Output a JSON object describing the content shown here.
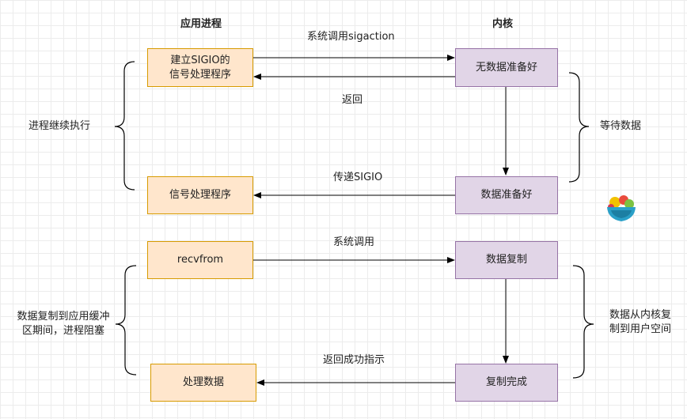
{
  "headers": {
    "app": "应用进程",
    "kernel": "内核"
  },
  "app_boxes": {
    "setup_handler": "建立SIGIO的\n信号处理程序",
    "signal_handler": "信号处理程序",
    "recvfrom": "recvfrom",
    "process_data": "处理数据"
  },
  "kernel_boxes": {
    "no_data_ready": "无数据准备好",
    "data_ready": "数据准备好",
    "copy_data": "数据复制",
    "copy_complete": "复制完成"
  },
  "arrow_labels": {
    "syscall_sigaction": "系统调用sigaction",
    "return": "返回",
    "deliver_sigio": "传递SIGIO",
    "syscall": "系统调用",
    "return_success": "返回成功指示"
  },
  "side_labels": {
    "process_continues": "进程继续执行",
    "wait_for_data": "等待数据",
    "copy_to_buffer_blocked": "数据复制到应用缓冲\n区期间，进程阻塞",
    "copy_kernel_to_user": "数据从内核复\n制到用户空间"
  },
  "colors": {
    "app_fill": "#ffe6cc",
    "app_stroke": "#d79b00",
    "kernel_fill": "#e1d5e7",
    "kernel_stroke": "#9673a6"
  },
  "icons": {
    "logo": "bowl-logo-icon"
  }
}
